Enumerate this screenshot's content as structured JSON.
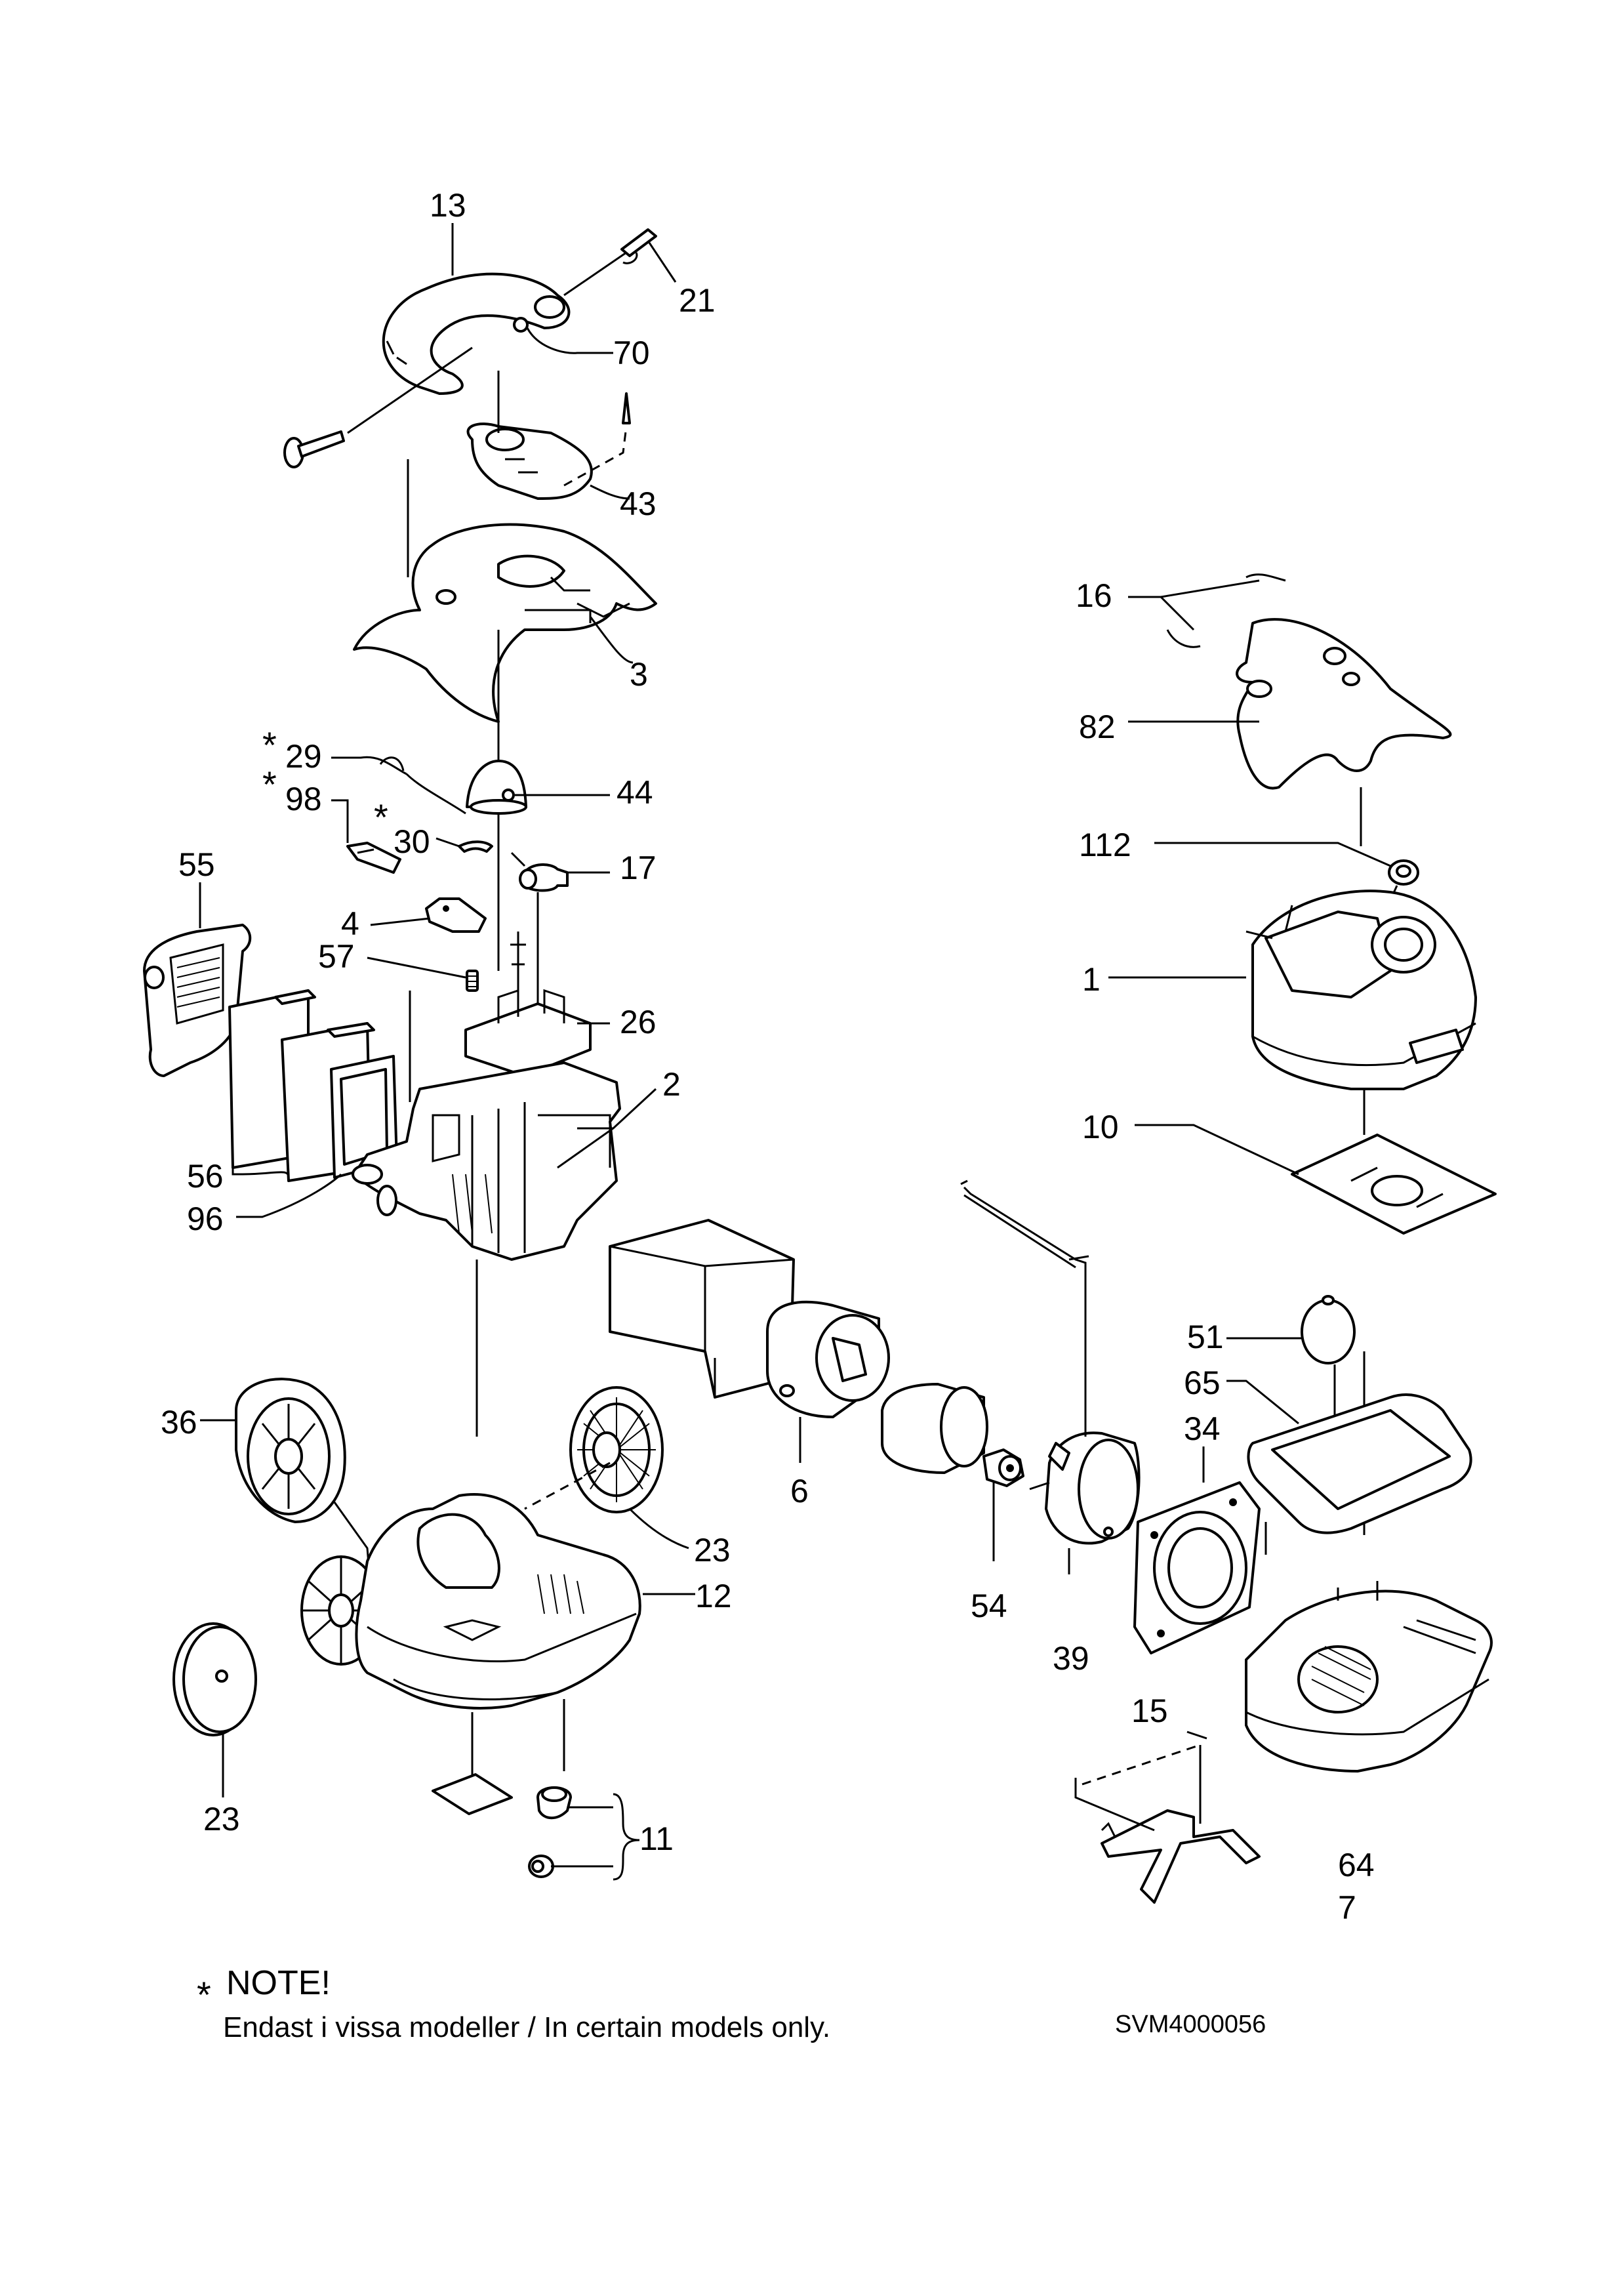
{
  "parts": {
    "p13": "13",
    "p21": "21",
    "p70": "70",
    "p43": "43",
    "p3": "3",
    "p16": "16",
    "p82": "82",
    "p29": "29",
    "p98": "98",
    "p30": "30",
    "p44": "44",
    "p17": "17",
    "p55": "55",
    "p4": "4",
    "p57": "57",
    "p26": "26",
    "p112": "112",
    "p1": "1",
    "p2": "2",
    "p56": "56",
    "p96": "96",
    "p10": "10",
    "p51": "51",
    "p65": "65",
    "p36": "36",
    "p34": "34",
    "p6": "6",
    "p23a": "23",
    "p12": "12",
    "p54": "54",
    "p39": "39",
    "p23b": "23",
    "p15": "15",
    "p11": "11",
    "p64": "64",
    "p7": "7"
  },
  "note": {
    "asterisk": "*",
    "title": "NOTE!",
    "text": "Endast i vissa modeller /  In certain models only."
  },
  "drawing_code": "SVM4000056"
}
